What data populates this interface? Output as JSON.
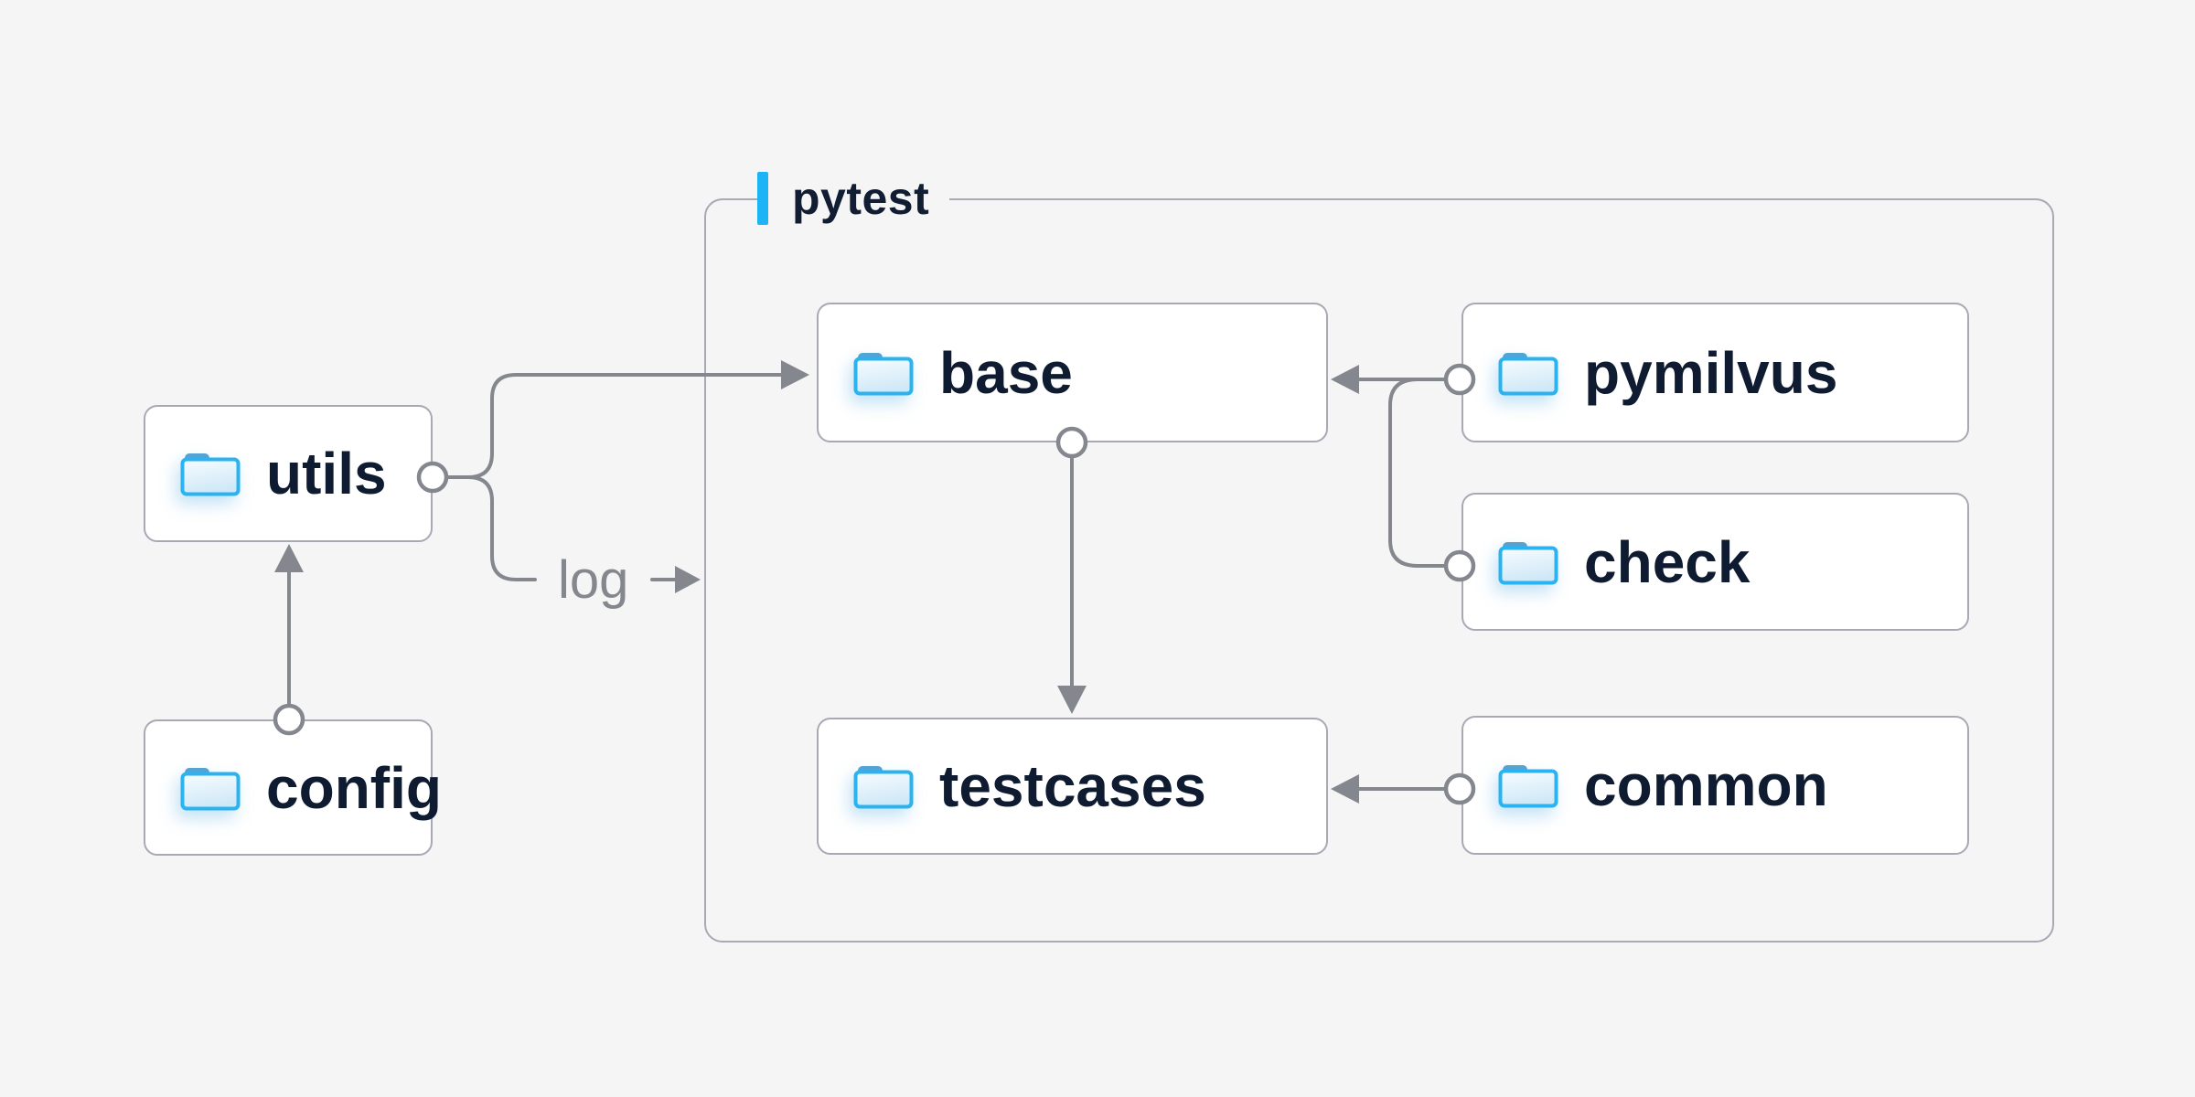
{
  "diagram": {
    "container": {
      "label": "pytest"
    },
    "nodes": {
      "utils": {
        "label": "utils"
      },
      "config": {
        "label": "config"
      },
      "base": {
        "label": "base"
      },
      "testcases": {
        "label": "testcases"
      },
      "pymilvus": {
        "label": "pymilvus"
      },
      "check": {
        "label": "check"
      },
      "common": {
        "label": "common"
      }
    },
    "edge_label": {
      "log": "log"
    },
    "edges": [
      {
        "from": "config",
        "to": "utils",
        "style": "arrow"
      },
      {
        "from": "utils",
        "to": "base",
        "style": "arrow"
      },
      {
        "from": "utils",
        "to": "log",
        "style": "arrow",
        "label": "log"
      },
      {
        "from": "pymilvus",
        "to": "base",
        "style": "arrow"
      },
      {
        "from": "check",
        "to": "base",
        "style": "merge"
      },
      {
        "from": "base",
        "to": "testcases",
        "style": "arrow"
      },
      {
        "from": "common",
        "to": "testcases",
        "style": "arrow"
      }
    ],
    "colors": {
      "background": "#f5f5f6",
      "node_fill": "#ffffff",
      "node_border": "#a7a9b4",
      "node_text": "#0f1b31",
      "connector": "#85878f",
      "accent_bar": "#1db4f5",
      "folder_stroke": "#2ab3f0",
      "folder_tab": "#54a3d3"
    }
  }
}
